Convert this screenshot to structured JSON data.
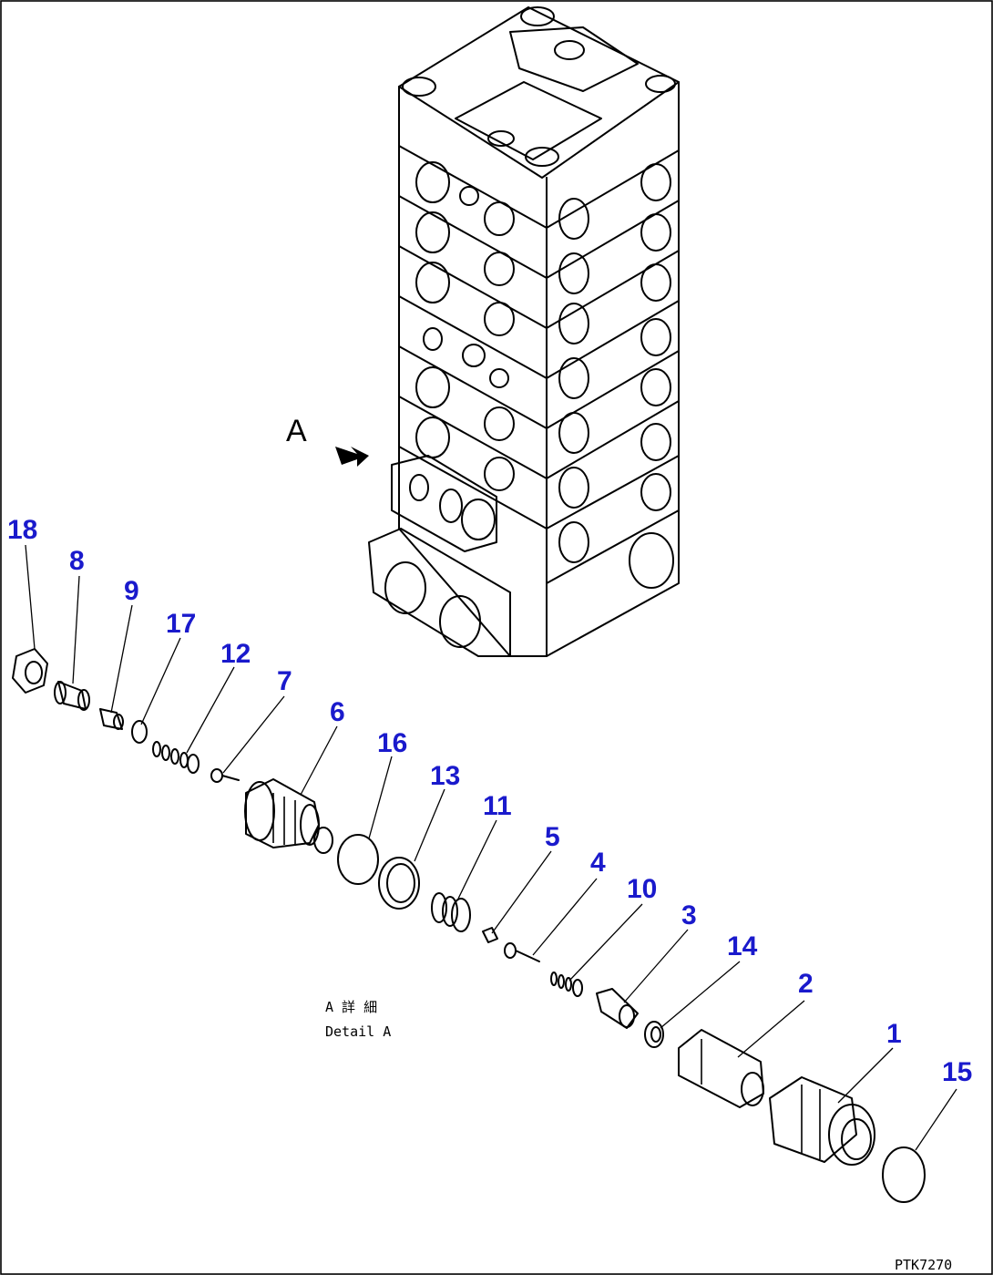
{
  "view_label": "A",
  "caption": {
    "jp": "A 詳 細",
    "en": "Detail A"
  },
  "drawing_code": "PTK7270",
  "part_numbers": {
    "p1": "1",
    "p2": "2",
    "p3": "3",
    "p4": "4",
    "p5": "5",
    "p6": "6",
    "p7": "7",
    "p8": "8",
    "p9": "9",
    "p10": "10",
    "p11": "11",
    "p12": "12",
    "p13": "13",
    "p14": "14",
    "p15": "15",
    "p16": "16",
    "p17": "17",
    "p18": "18"
  },
  "colors": {
    "callout": "#1a1acc",
    "line": "#000000"
  }
}
